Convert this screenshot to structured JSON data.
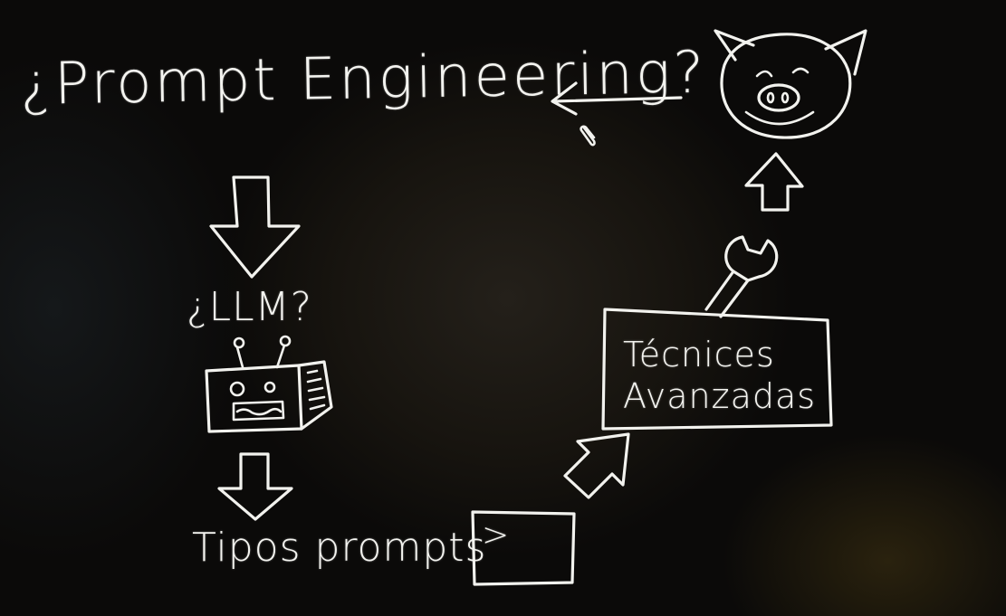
{
  "diagram": {
    "title": "¿Prompt Engineering?",
    "nodes": {
      "llm": {
        "label": "¿LLM?"
      },
      "prompt_types": {
        "label": "Tipos prompts"
      },
      "terminal": {
        "prompt_symbol": ">"
      },
      "advanced_techniques": {
        "line1": "Técnices",
        "line2": "Avanzadas"
      }
    },
    "icons": [
      "robot-icon",
      "terminal-icon",
      "wrench-icon",
      "pig-icon",
      "paperclip-icon"
    ],
    "flow": [
      "¿Prompt Engineering?",
      "¿LLM?",
      "Tipos prompts",
      "terminal",
      "Técnices Avanzadas",
      "pig",
      "¿Prompt Engineering?"
    ],
    "colors": {
      "background": "#0b0a09",
      "chalk": "#f2f2ee"
    }
  }
}
